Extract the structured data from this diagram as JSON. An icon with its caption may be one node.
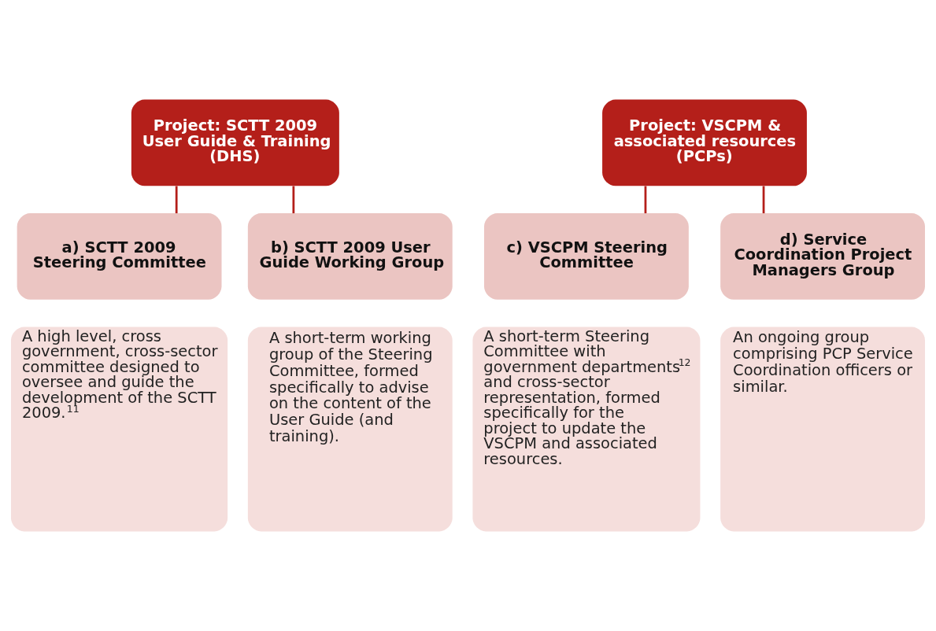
{
  "diagram": {
    "nodes": [
      {
        "text": [
          "Project: SCTT 2009 User Guide & Training (DHS)"
        ]
      },
      {
        "text": [
          "Project: VSCPM & associated resources (PCPs)"
        ]
      },
      {
        "text": [
          "a) SCTT 2009 Steering Committee"
        ]
      },
      {
        "text": [
          "b) SCTT 2009 User Guide Working Group"
        ]
      },
      {
        "text": [
          "c) VSCPM Steering Committee"
        ]
      },
      {
        "text": [
          "d) Service Coordination Project Managers Group"
        ]
      },
      {
        "text": [
          "A high level, cross government, cross-sector committee designed to oversee and guide the development of the SCTT 2009.$^{11}$"
        ]
      },
      {
        "text": [
          "A short-term working group of the Steering Committee, formed specifically to advise on the content of the User Guide (and training)."
        ]
      },
      {
        "text": [
          "A short-term Steering Committee with government departments$^{12}$ and cross-sector representation, formed specifically for the project to update the VSCPM and associated resources."
        ]
      },
      {
        "text": [
          "An ongoing group comprising PCP Service Coordination officers or similar."
        ]
      }
    ],
    "edges": [
      {
        "from": 0,
        "to": 2,
        "arrow": "none"
      },
      {
        "from": 0,
        "to": 3,
        "arrow": "none"
      },
      {
        "from": 1,
        "to": 4,
        "arrow": "none"
      },
      {
        "from": 1,
        "to": 5,
        "arrow": "none"
      }
    ]
  }
}
